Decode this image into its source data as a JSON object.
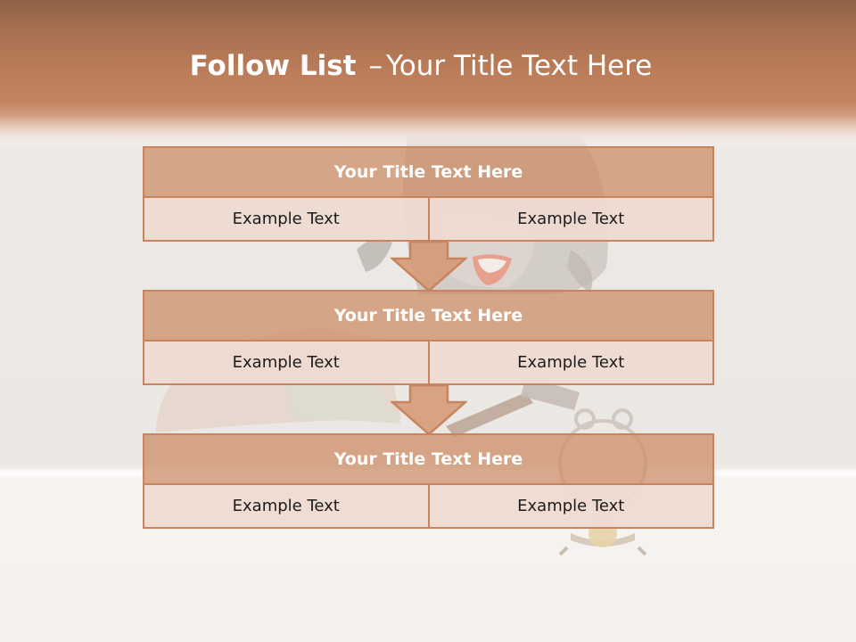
{
  "title": {
    "bold": "Follow List",
    "dash": "–",
    "rest": "Your Title Text Here"
  },
  "colors": {
    "header_top": "#8d6145",
    "header_mid": "#c48762",
    "box_border": "#c8845e",
    "box_title_fill": "#d4a689",
    "box_cell_fill": "#ecdad0",
    "title_text": "#ffffff",
    "cell_text": "#1c1c1c"
  },
  "steps": [
    {
      "title": "Your Title Text Here",
      "cells": [
        "Example Text",
        "Example Text"
      ]
    },
    {
      "title": "Your Title Text Here",
      "cells": [
        "Example Text",
        "Example Text"
      ]
    },
    {
      "title": "Your Title Text Here",
      "cells": [
        "Example Text",
        "Example Text"
      ]
    }
  ],
  "connectors": [
    "down-arrow-icon",
    "down-arrow-icon"
  ]
}
